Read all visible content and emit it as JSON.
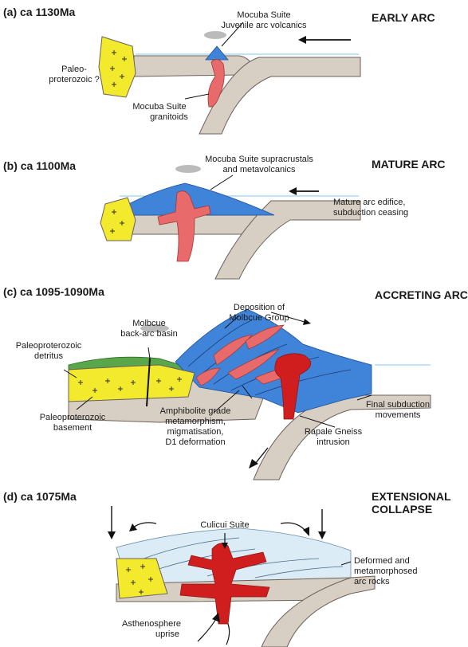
{
  "colors": {
    "crust": "#d8cfc4",
    "crust_outline": "#6b6058",
    "arc": "#3f84d8",
    "granitoid": "#e86a6a",
    "gneiss": "#d01e1e",
    "paleo": "#f3ea2e",
    "basin": "#5aa64a",
    "sea": "#9fd2ef",
    "mantle_pale": "#dcecf6"
  },
  "panels": [
    {
      "title": "(a) ca 1130Ma",
      "stage": "EARLY ARC",
      "labels": {
        "top": [
          "Mocuba Suite",
          "Juvenile arc volcanics"
        ],
        "left": [
          "Paleo-",
          "proterozoic ?"
        ],
        "bottom": [
          "Mocuba Suite",
          "granitoids"
        ]
      }
    },
    {
      "title": "(b) ca 1100Ma",
      "stage": "MATURE ARC",
      "labels": {
        "top": [
          "Mocuba Suite supracrustals",
          "and metavolcanics"
        ],
        "right": [
          "Mature arc edifice,",
          "subduction ceasing"
        ]
      }
    },
    {
      "title": "(c) ca 1095-1090Ma",
      "stage": "ACCRETING ARC",
      "labels": {
        "deposition": [
          "Deposition of",
          "Molbcue Group"
        ],
        "backarc": [
          "Molbcue",
          "back-arc basin"
        ],
        "detritus": [
          "Paleoproterozoic",
          "detritus"
        ],
        "basement": [
          "Paleoproterozoic",
          "basement"
        ],
        "meta": [
          "Amphibolite grade",
          "metamorphism,",
          "migmatisation,",
          "D1 deformation"
        ],
        "final": [
          "Final subduction",
          "movements"
        ],
        "rapale": [
          "Rapale Gneiss",
          "intrusion"
        ]
      }
    },
    {
      "title": "(d) ca 1075Ma",
      "stage": [
        "EXTENSIONAL",
        "COLLAPSE"
      ],
      "labels": {
        "culicui": [
          "Culicui Suite"
        ],
        "deformed": [
          "Deformed and",
          "metamorphosed",
          "arc rocks"
        ],
        "astheno": [
          "Asthenosphere",
          "uprise"
        ]
      }
    }
  ]
}
